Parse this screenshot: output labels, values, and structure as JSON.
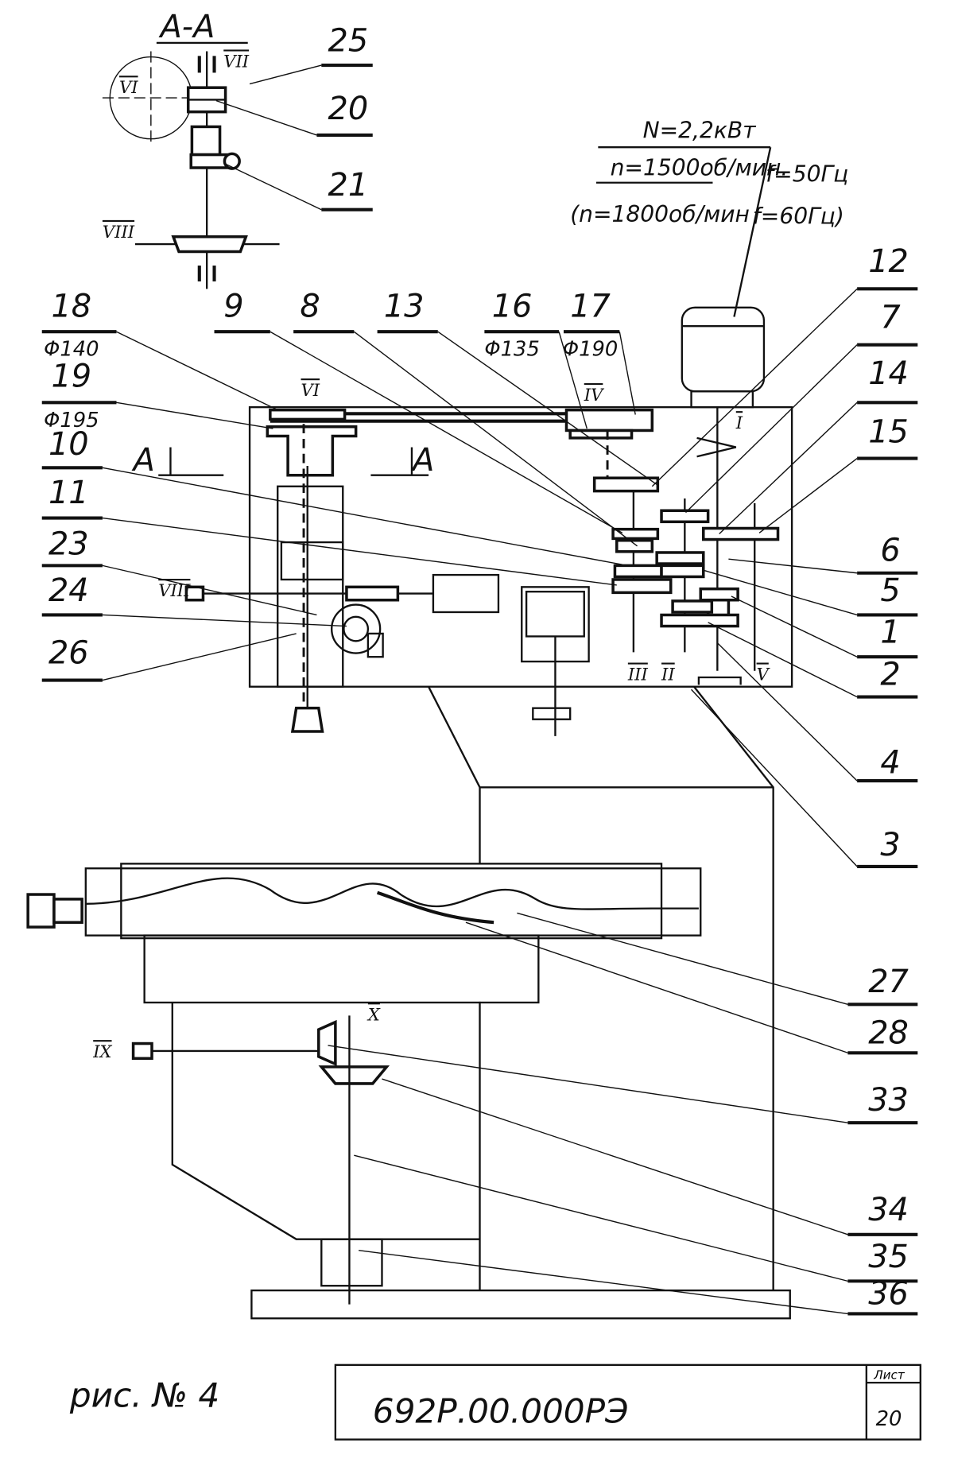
{
  "section": {
    "title": "A-A",
    "cut_mark": "A"
  },
  "motor_spec": {
    "power": "N=2,2кВт",
    "speed_50": "n=1500об/мин.",
    "freq_50": "f=50Гц",
    "speed_60": "(n=1800об/мин",
    "freq_60": "f=60Гц)"
  },
  "shafts": {
    "I": "I",
    "II": "II",
    "III": "III",
    "IV": "IV",
    "V": "V",
    "VI": "VI",
    "VII": "VII",
    "VIII": "VIII",
    "IX": "IX",
    "X": "X"
  },
  "callouts": [
    {
      "num": "25"
    },
    {
      "num": "20"
    },
    {
      "num": "21"
    },
    {
      "num": "18",
      "dia": "Φ140"
    },
    {
      "num": "19",
      "dia": "Φ195"
    },
    {
      "num": "9"
    },
    {
      "num": "8"
    },
    {
      "num": "13"
    },
    {
      "num": "16",
      "dia": "Φ135"
    },
    {
      "num": "17",
      "dia": "Φ190"
    },
    {
      "num": "12"
    },
    {
      "num": "7"
    },
    {
      "num": "14"
    },
    {
      "num": "15"
    },
    {
      "num": "10"
    },
    {
      "num": "11"
    },
    {
      "num": "23"
    },
    {
      "num": "24"
    },
    {
      "num": "26"
    },
    {
      "num": "6"
    },
    {
      "num": "5"
    },
    {
      "num": "1"
    },
    {
      "num": "2"
    },
    {
      "num": "4"
    },
    {
      "num": "3"
    },
    {
      "num": "27"
    },
    {
      "num": "28"
    },
    {
      "num": "33"
    },
    {
      "num": "34"
    },
    {
      "num": "35"
    },
    {
      "num": "36"
    }
  ],
  "caption": "рис. № 4",
  "title_block": {
    "doc_number": "692Р.00.000РЭ",
    "sheet_label": "Лист",
    "sheet": "20"
  }
}
